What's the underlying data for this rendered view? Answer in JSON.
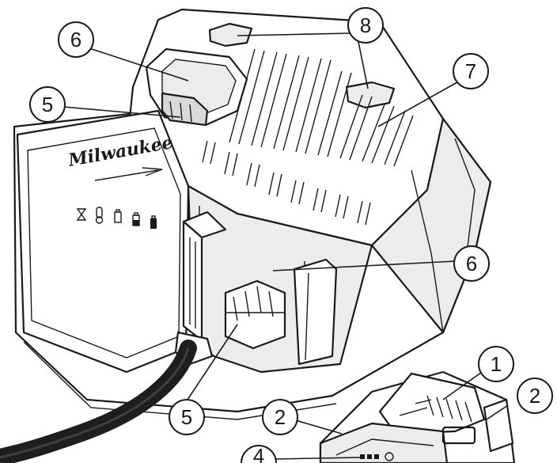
{
  "brand": {
    "logo_text": "Milwaukee"
  },
  "callouts": [
    {
      "id": "c8",
      "label": "8"
    },
    {
      "id": "c6a",
      "label": "6"
    },
    {
      "id": "c5a",
      "label": "5"
    },
    {
      "id": "c7",
      "label": "7"
    },
    {
      "id": "c6b",
      "label": "6"
    },
    {
      "id": "c5b",
      "label": "5"
    },
    {
      "id": "c1",
      "label": "1"
    },
    {
      "id": "c2a",
      "label": "2"
    },
    {
      "id": "c2b",
      "label": "2"
    },
    {
      "id": "c4",
      "label": "4"
    }
  ],
  "colors": {
    "ink": "#1a1a1a",
    "paper": "#ffffff",
    "shade": "#ececec",
    "cord": "#1e1e1e"
  }
}
